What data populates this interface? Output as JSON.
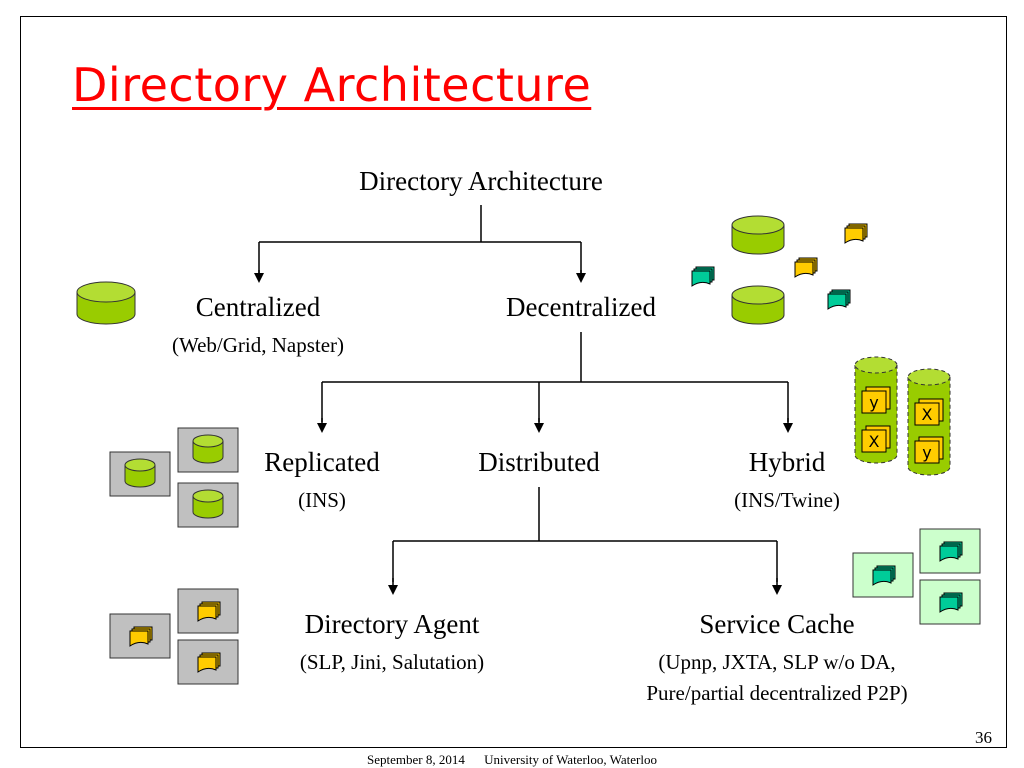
{
  "slide": {
    "title": "Directory Architecture",
    "page_number": "36",
    "footer": {
      "date": "September 8, 2014",
      "org": "University of Waterloo, Waterloo"
    }
  },
  "tree": {
    "root": "Directory Architecture",
    "centralized": {
      "label": "Centralized",
      "note": "(Web/Grid, Napster)"
    },
    "decentralized": {
      "label": "Decentralized"
    },
    "replicated": {
      "label": "Replicated",
      "note": "(INS)"
    },
    "distributed": {
      "label": "Distributed"
    },
    "hybrid": {
      "label": "Hybrid",
      "note": "(INS/Twine)"
    },
    "directory_agent": {
      "label": "Directory Agent",
      "note": "(SLP, Jini, Salutation)"
    },
    "service_cache": {
      "label": "Service Cache",
      "note_line1": "(Upnp, JXTA, SLP w/o DA,",
      "note_line2": "Pure/partial decentralized P2P)"
    }
  },
  "icons": {
    "hybrid_labels": [
      "y",
      "X",
      "X",
      "y"
    ]
  },
  "colors": {
    "title": "#ff0000",
    "database": "#99cc00",
    "doc_yellow": "#ffcc00",
    "doc_teal": "#00cc99",
    "server_box": "#c0c0c0",
    "cache_box": "#ccffcc"
  }
}
